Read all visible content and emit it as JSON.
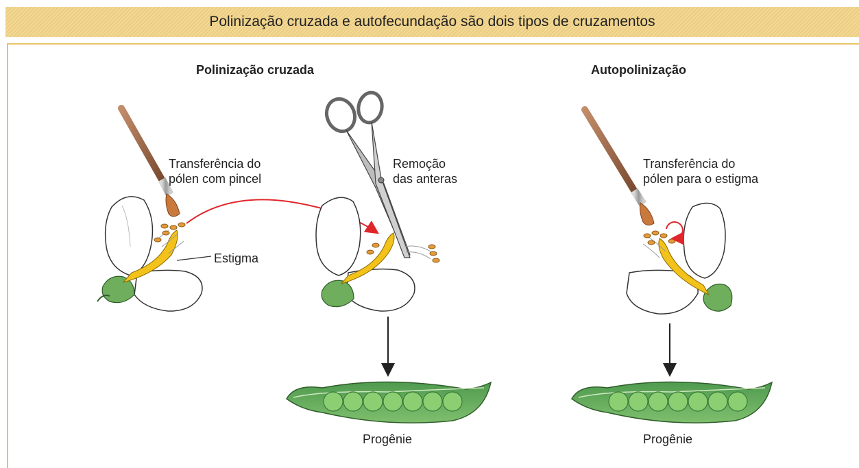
{
  "title": "Polinização cruzada e autofecundação são dois tipos de cruzamentos",
  "sections": {
    "cross": {
      "heading": "Polinização cruzada",
      "brush_label": "Transferência do\npólen com pincel",
      "stigma_label": "Estigma",
      "scissors_label": "Remoção\ndas anteras",
      "progeny_label": "Progênie"
    },
    "self": {
      "heading": "Autopolinização",
      "brush_label": "Transferência do\npólen para o estigma",
      "progeny_label": "Progênie"
    }
  },
  "colors": {
    "title_bg": "#f0d48c",
    "frame": "#e8c267",
    "arrow_red": "#e0262b",
    "pod_green": "#5aa85a",
    "pea_green": "#8ccf72",
    "stamen_yellow": "#f3c21b",
    "anther_orange": "#e39a3b",
    "brush_wood": "#a0694a"
  }
}
